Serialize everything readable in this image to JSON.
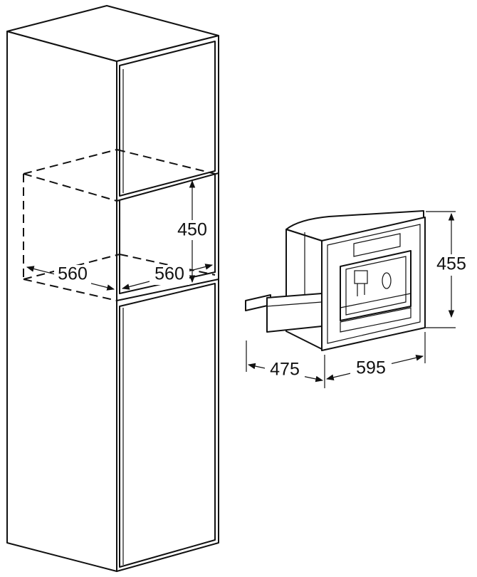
{
  "dimensions": {
    "cavity_height": "450",
    "cavity_width": "560",
    "cavity_depth": "560",
    "appliance_height": "455",
    "appliance_width": "595",
    "appliance_depth": "475"
  }
}
